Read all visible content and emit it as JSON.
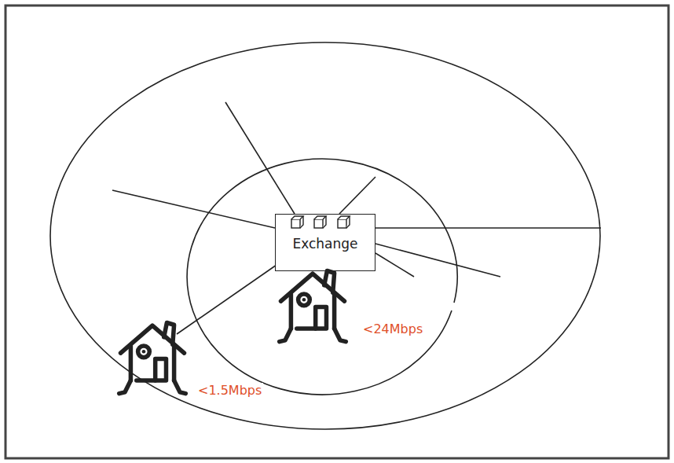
{
  "diagram": {
    "nodes": [
      {
        "text": [
          "Exchange"
        ]
      }
    ],
    "labels": [
      "<24Mbps",
      "<1.5Mbps"
    ]
  }
}
